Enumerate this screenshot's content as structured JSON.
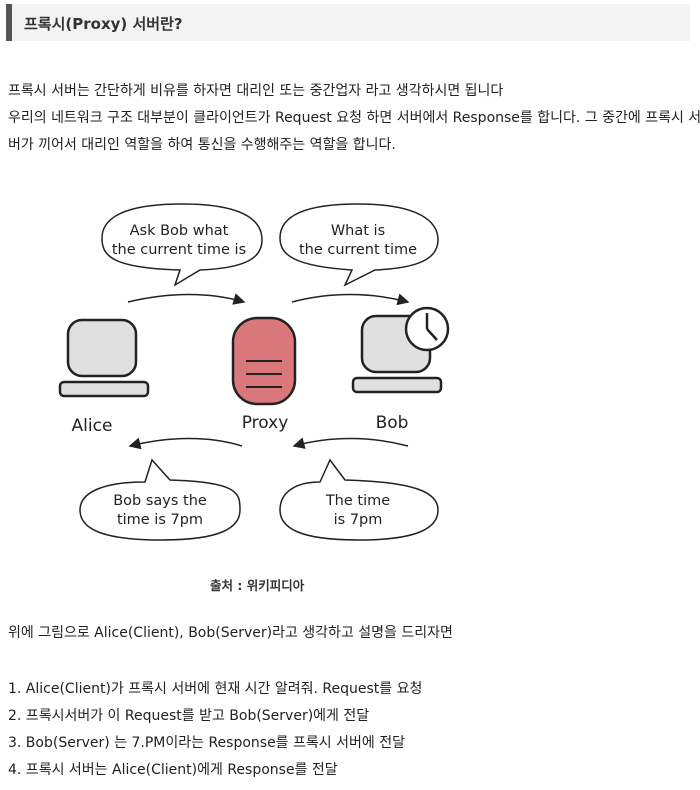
{
  "heading": "프록시(Proxy) 서버란?",
  "intro": {
    "line1": "프록시 서버는 간단하게 비유를 하자면 대리인 또는 중간업자 라고 생각하시면 됩니다",
    "line2": "우리의 네트워크 구조 대부분이 클라이언트가 Request 요청 하면 서버에서 Response를 합니다. 그 중간에 프록시 서",
    "line3": "버가 끼어서 대리인 역할을 하여 통신을 수행해주는 역할을 합니다."
  },
  "diagram": {
    "bubble_alice_to_proxy": [
      "Ask Bob what",
      "the current time is"
    ],
    "bubble_proxy_to_bob": [
      "What is",
      "the current time"
    ],
    "bubble_proxy_to_alice": [
      "Bob says the",
      "time is 7pm"
    ],
    "bubble_bob_to_proxy": [
      "The time",
      "is 7pm"
    ],
    "label_alice": "Alice",
    "label_proxy": "Proxy",
    "label_bob": "Bob"
  },
  "caption": "출처 : 위키피디아",
  "explain": "위에 그림으로 Alice(Client), Bob(Server)라고 생각하고 설명을 드리자면",
  "steps": [
    "1. Alice(Client)가 프록시 서버에 현재 시간 알려줘. Request를 요청",
    "2. 프록시서버가 이 Request를 받고 Bob(Server)에게 전달",
    "3. Bob(Server) 는 7.PM이라는 Response를 프록시 서버에 전달",
    "4. 프록시 서버는 Alice(Client)에게 Response를 전달"
  ],
  "colors": {
    "proxy_fill": "#d9777a",
    "device_fill": "#e0e0e0",
    "heading_bar": "#555555"
  }
}
